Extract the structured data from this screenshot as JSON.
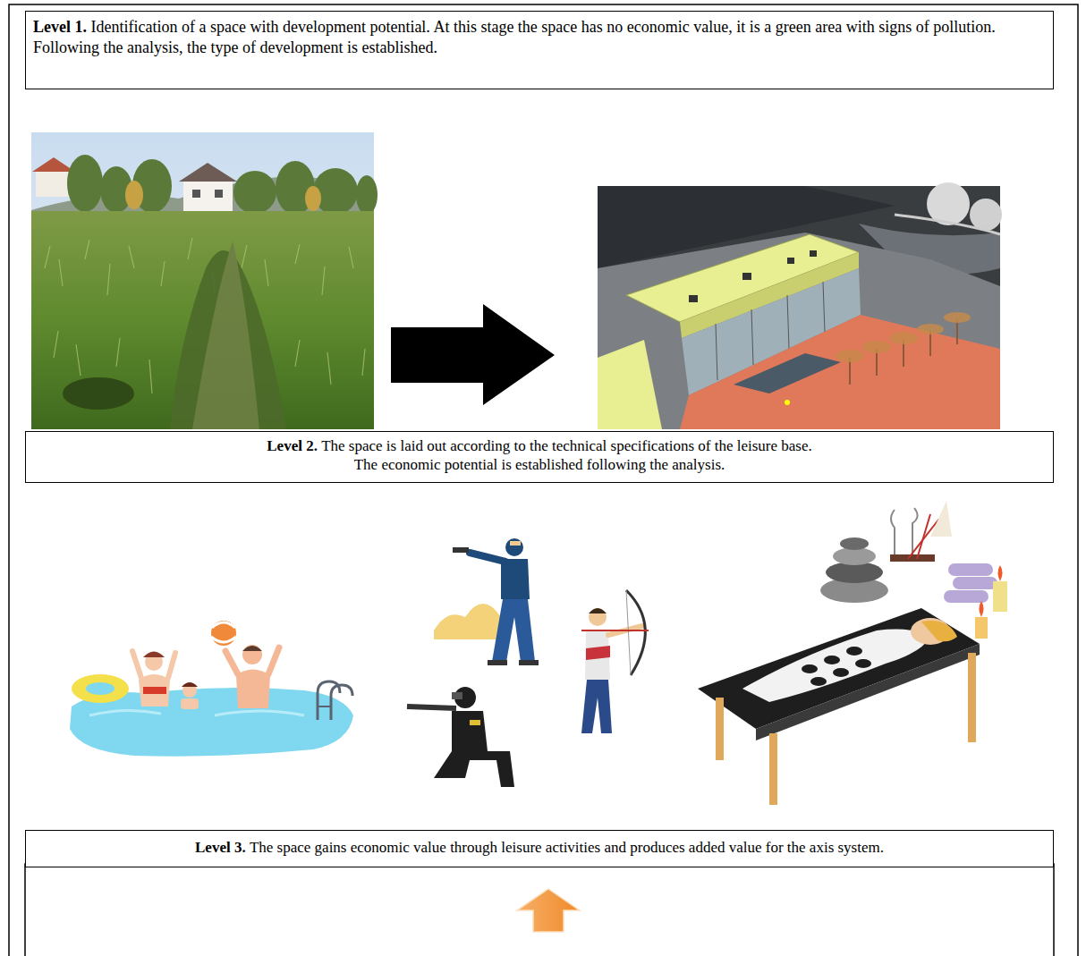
{
  "diagram": {
    "nodes": [
      {
        "text": [
          "Level 1.",
          "Identification of a space with development potential. At this stage the space has no economic value, it is a green area with signs of pollution.",
          "Following the analysis, the type of development is established."
        ]
      },
      {
        "text": [
          "Level 2.",
          "The space is laid out according to the technical specifications of the leisure base.",
          "The economic potential is established following the analysis."
        ]
      },
      {
        "text": [
          "Level 3.",
          "The space gains economic value through leisure activities and produces added value for the axis system."
        ]
      }
    ]
  }
}
